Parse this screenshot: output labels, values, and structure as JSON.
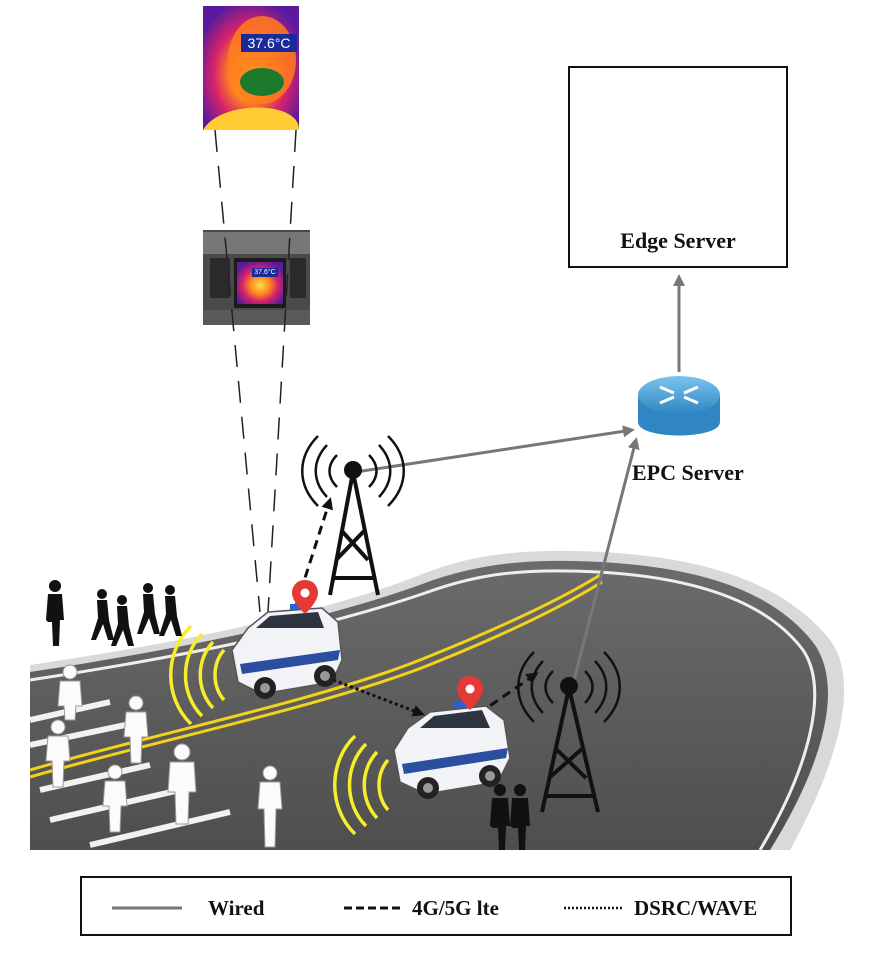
{
  "edge_server": {
    "label": "Edge Server"
  },
  "epc_server": {
    "label": "EPC Server"
  },
  "thermal_top": {
    "temperature": "37.6°C"
  },
  "thermal_dash": {
    "temperature": "37.6°C"
  },
  "legend": {
    "wired_label": "Wired",
    "lte_label": "4G/5G lte",
    "dsrc_label": "DSRC/WAVE"
  },
  "colors": {
    "wired": "#777777",
    "road": "#5b5b5b",
    "road_yellow": "#f2d21a",
    "signal_yellow": "#f4ef2a",
    "router": "#4aa3d8",
    "pin": "#e53935"
  }
}
